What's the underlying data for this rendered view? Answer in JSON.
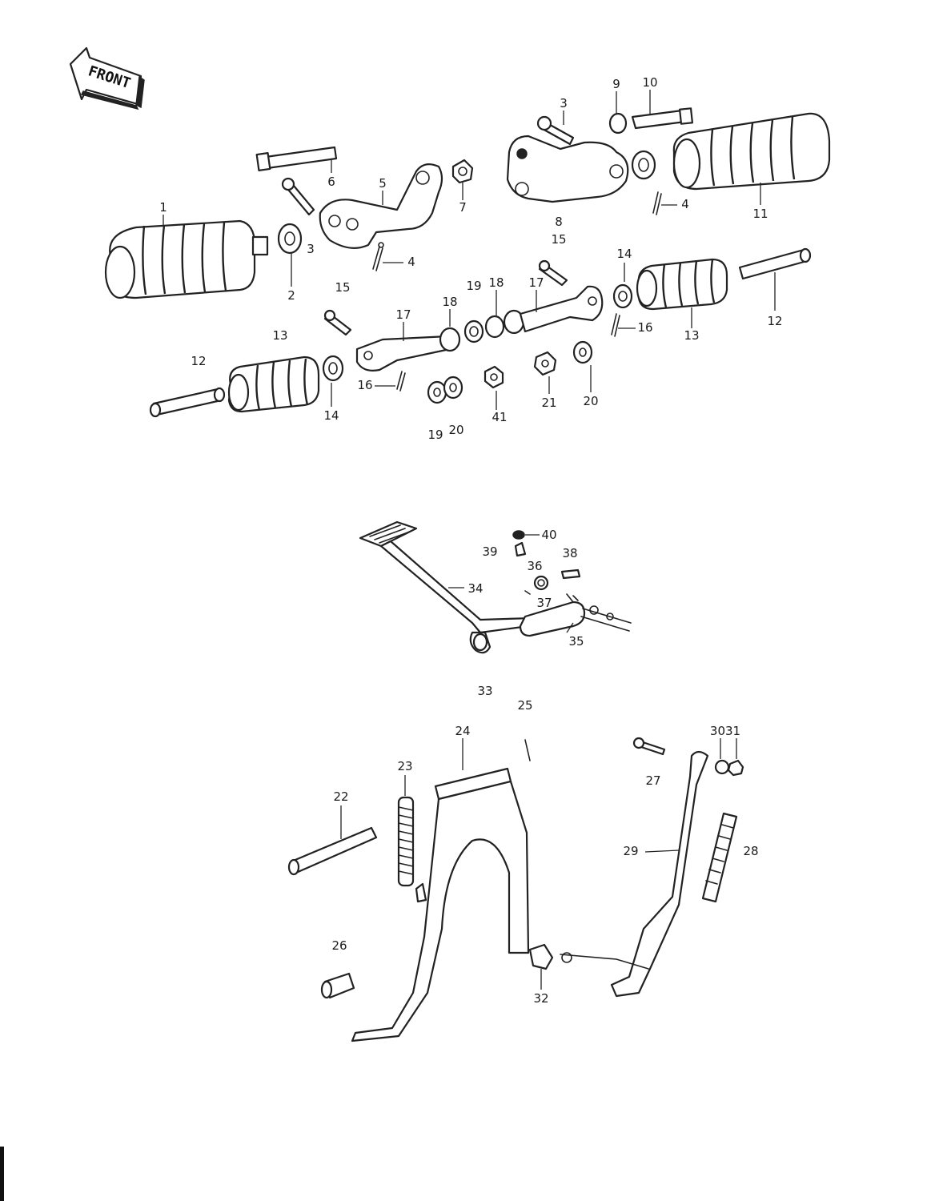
{
  "badge": {
    "text": "FRONT"
  },
  "callouts": [
    {
      "id": "c1",
      "text": "1"
    },
    {
      "id": "c2",
      "text": "2"
    },
    {
      "id": "c3a",
      "text": "3"
    },
    {
      "id": "c3b",
      "text": "3"
    },
    {
      "id": "c4a",
      "text": "4"
    },
    {
      "id": "c4b",
      "text": "4"
    },
    {
      "id": "c5",
      "text": "5"
    },
    {
      "id": "c6",
      "text": "6"
    },
    {
      "id": "c7",
      "text": "7"
    },
    {
      "id": "c8",
      "text": "8"
    },
    {
      "id": "c9",
      "text": "9"
    },
    {
      "id": "c10",
      "text": "10"
    },
    {
      "id": "c11",
      "text": "11"
    },
    {
      "id": "c12a",
      "text": "12"
    },
    {
      "id": "c12b",
      "text": "12"
    },
    {
      "id": "c13a",
      "text": "13"
    },
    {
      "id": "c13b",
      "text": "13"
    },
    {
      "id": "c14a",
      "text": "14"
    },
    {
      "id": "c14b",
      "text": "14"
    },
    {
      "id": "c15a",
      "text": "15"
    },
    {
      "id": "c15b",
      "text": "15"
    },
    {
      "id": "c16a",
      "text": "16"
    },
    {
      "id": "c16b",
      "text": "16"
    },
    {
      "id": "c17a",
      "text": "17"
    },
    {
      "id": "c17b",
      "text": "17"
    },
    {
      "id": "c18a",
      "text": "18"
    },
    {
      "id": "c18b",
      "text": "18"
    },
    {
      "id": "c19a",
      "text": "19"
    },
    {
      "id": "c19b",
      "text": "19"
    },
    {
      "id": "c20a",
      "text": "20"
    },
    {
      "id": "c20b",
      "text": "20"
    },
    {
      "id": "c21",
      "text": "21"
    },
    {
      "id": "c41",
      "text": "41"
    },
    {
      "id": "c22",
      "text": "22"
    },
    {
      "id": "c23",
      "text": "23"
    },
    {
      "id": "c24",
      "text": "24"
    },
    {
      "id": "c25",
      "text": "25"
    },
    {
      "id": "c26",
      "text": "26"
    },
    {
      "id": "c27",
      "text": "27"
    },
    {
      "id": "c28",
      "text": "28"
    },
    {
      "id": "c29",
      "text": "29"
    },
    {
      "id": "c3031",
      "text": "3031"
    },
    {
      "id": "c32",
      "text": "32"
    },
    {
      "id": "c33",
      "text": "33"
    },
    {
      "id": "c34",
      "text": "34"
    },
    {
      "id": "c35",
      "text": "35"
    },
    {
      "id": "c36",
      "text": "36"
    },
    {
      "id": "c37",
      "text": "37"
    },
    {
      "id": "c38",
      "text": "38"
    },
    {
      "id": "c39",
      "text": "39"
    },
    {
      "id": "c40",
      "text": "40"
    }
  ]
}
